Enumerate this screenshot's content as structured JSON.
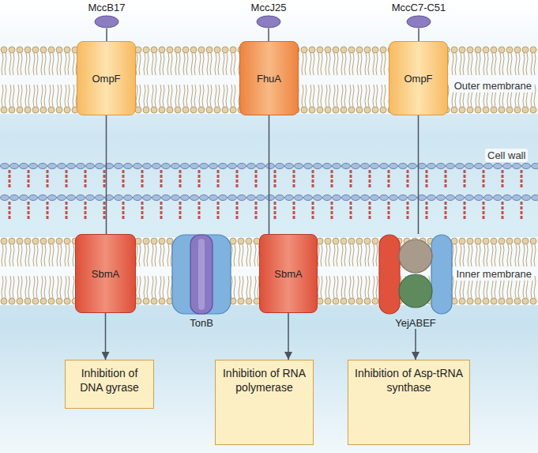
{
  "diagram": {
    "nodes": [
      {
        "text": [
          "MccB17"
        ]
      },
      {
        "text": [
          "MccJ25"
        ]
      },
      {
        "text": [
          "MccC7-C51"
        ]
      },
      {
        "text": [
          "OmpF"
        ]
      },
      {
        "text": [
          "FhuA"
        ]
      },
      {
        "text": [
          "OmpF"
        ]
      },
      {
        "text": [
          "SbmA"
        ]
      },
      {
        "text": [
          "TonB"
        ]
      },
      {
        "text": [
          "SbmA"
        ]
      },
      {
        "text": [
          "YejABEF"
        ]
      },
      {
        "text": [
          "Inhibition of DNA gyrase"
        ]
      },
      {
        "text": [
          "Inhibition of RNA polymerase"
        ]
      },
      {
        "text": [
          "Inhibition of Asp-tRNA synthase"
        ]
      }
    ],
    "edges": [
      {
        "from": 0,
        "to": 3,
        "arrow": "none"
      },
      {
        "from": 3,
        "to": 6,
        "arrow": "none"
      },
      {
        "from": 6,
        "to": 10,
        "arrow": "to"
      },
      {
        "from": 1,
        "to": 4,
        "arrow": "none"
      },
      {
        "from": 4,
        "to": 8,
        "arrow": "none"
      },
      {
        "from": 8,
        "to": 11,
        "arrow": "to"
      },
      {
        "from": 2,
        "to": 5,
        "arrow": "none"
      },
      {
        "from": 5,
        "to": 9,
        "arrow": "none"
      },
      {
        "from": 9,
        "to": 12,
        "arrow": "to"
      }
    ],
    "labels": [
      "Outer membrane",
      "Cell wall",
      "Inner membrane"
    ]
  }
}
